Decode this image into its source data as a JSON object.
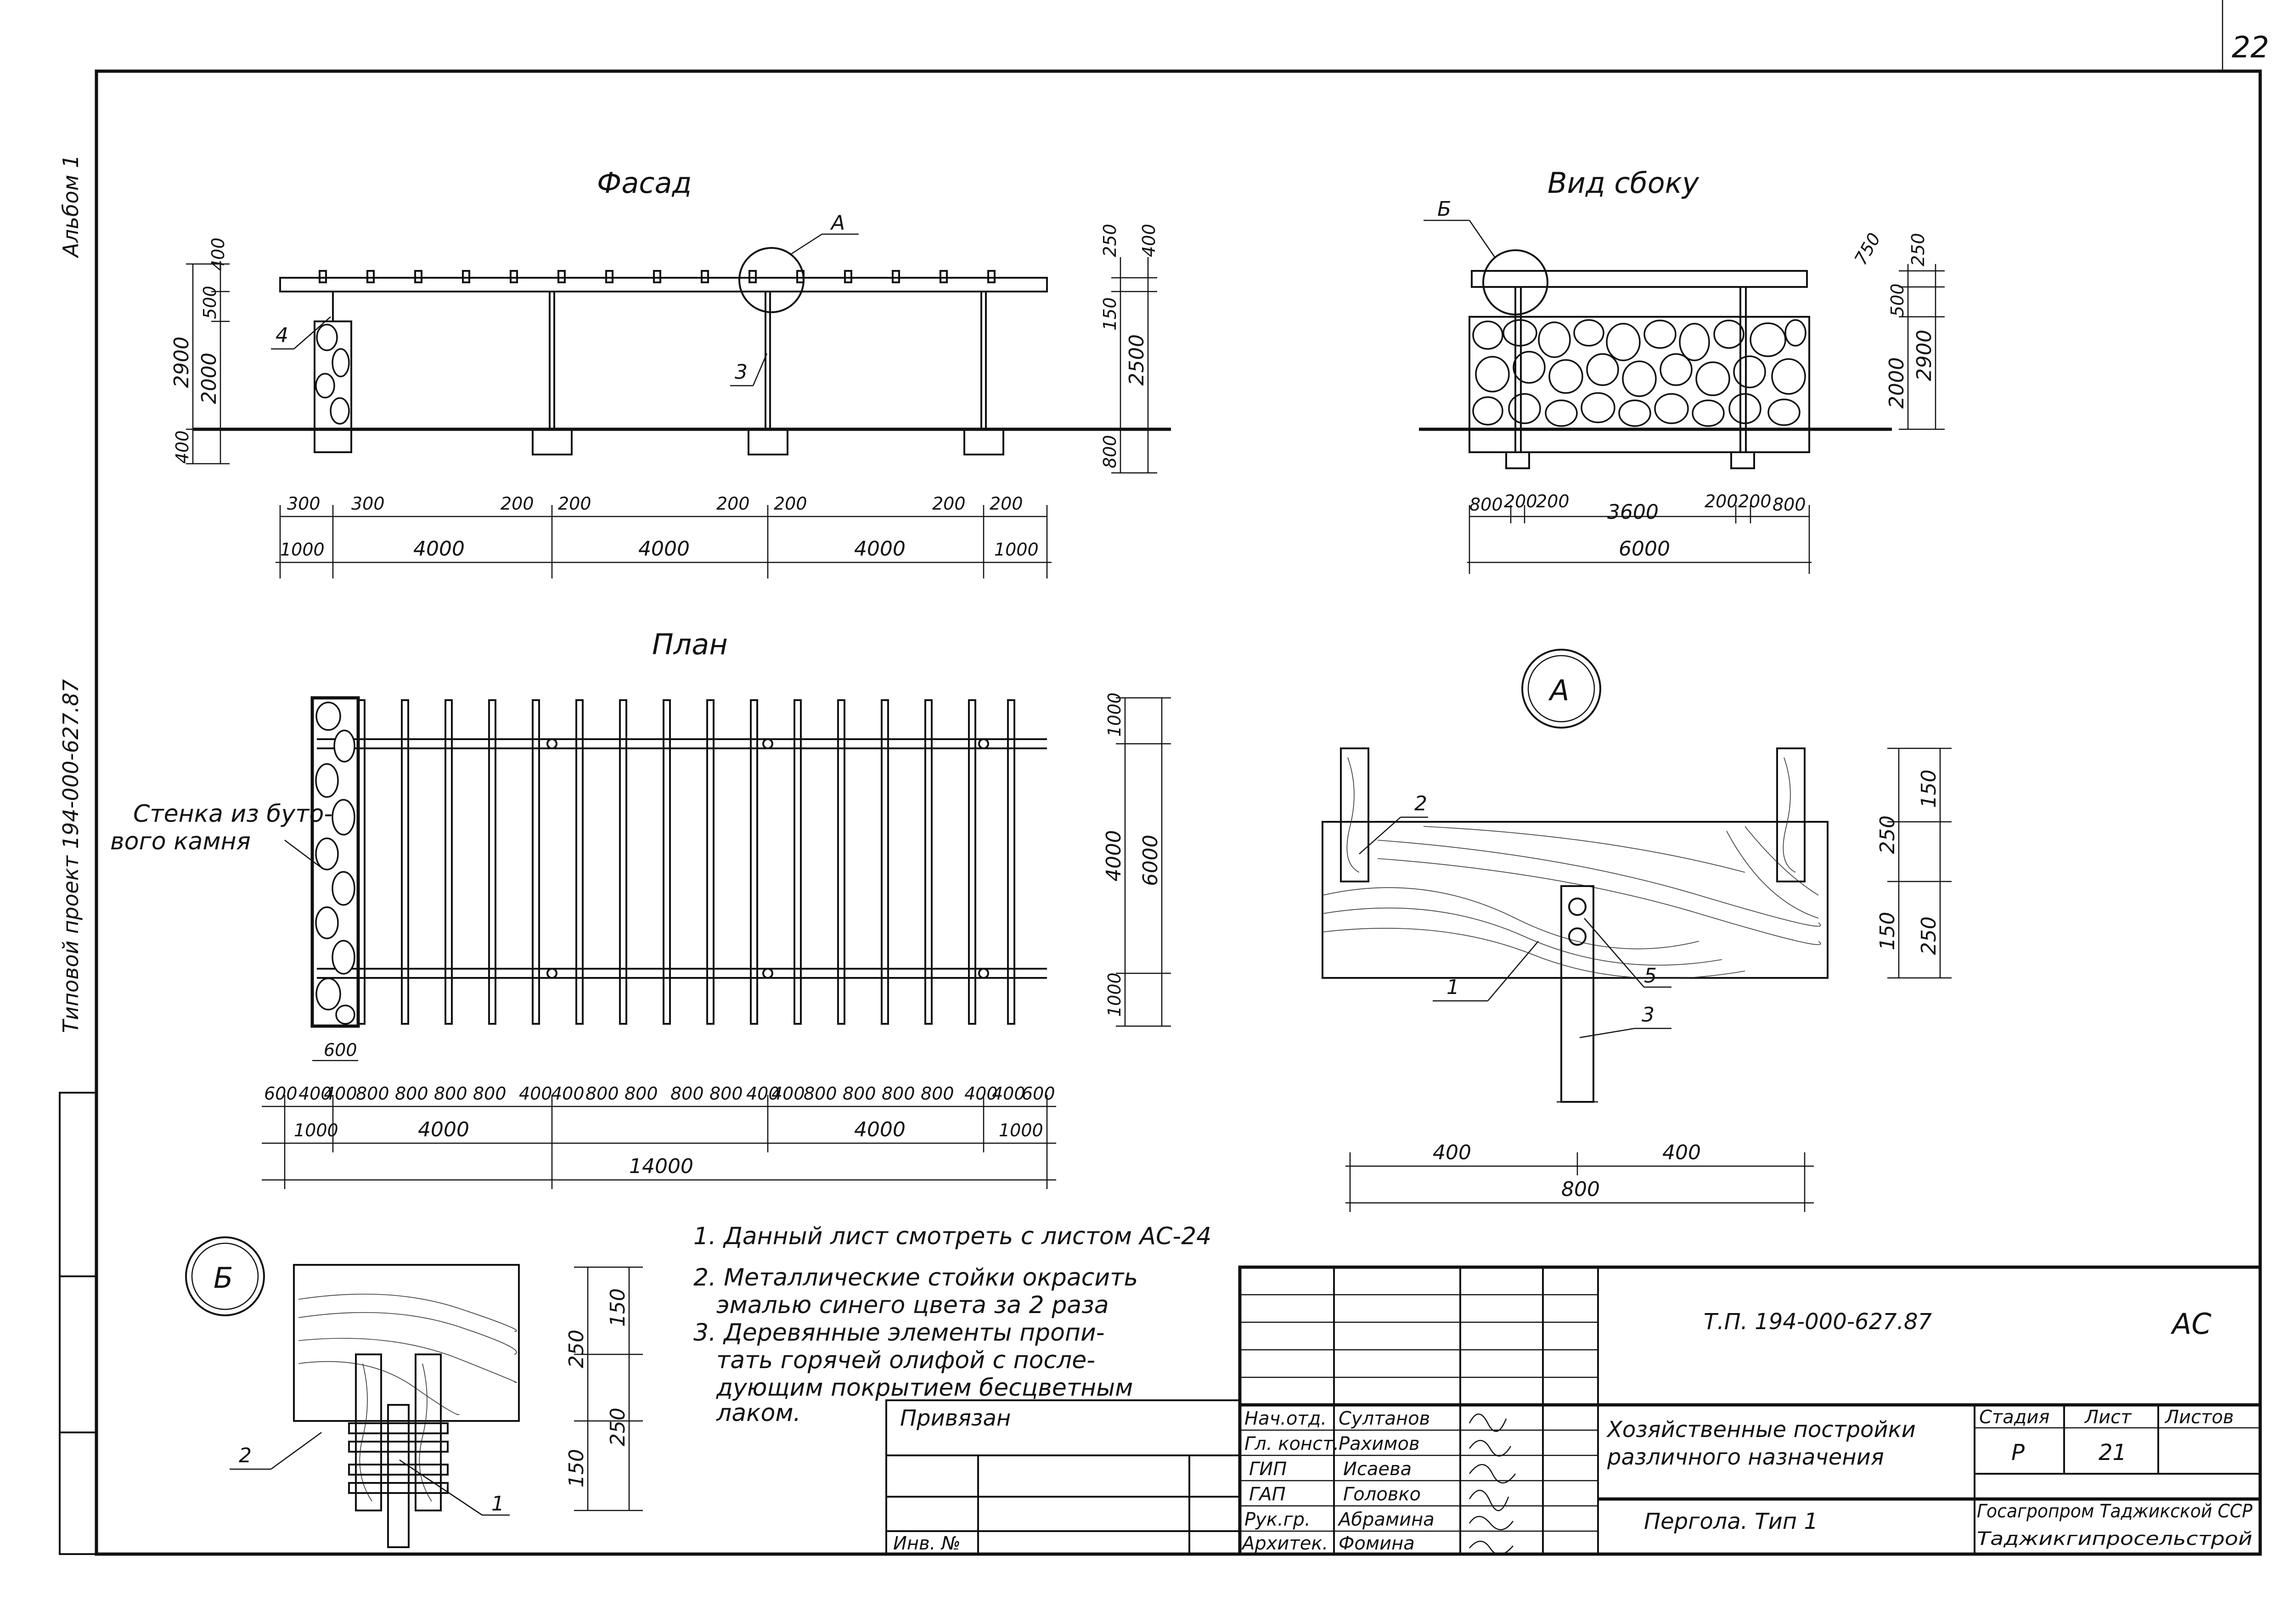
{
  "sheet": {
    "page_number": "22",
    "side_album": "Альбом 1",
    "side_project": "Типовой проект 194-000-627.87"
  },
  "views": {
    "facade_title": "Фасад",
    "side_title": "Вид сбоку",
    "plan_title": "План",
    "detail_a_mark": "А",
    "detail_b_mark": "Б",
    "callout_a": "А",
    "callout_b": "Б",
    "plan_wall_label_1": "Стенка из буто-",
    "plan_wall_label_2": "вого камня"
  },
  "facade_dims": {
    "h_2900": "2900",
    "h_2000": "2000",
    "h_500": "500",
    "h_400_top": "400",
    "h_400_bot": "400",
    "r_250": "250",
    "r_400": "400",
    "r_150": "150",
    "r_2500": "2500",
    "r_800": "800",
    "top_300a": "300",
    "top_300b": "300",
    "top_200a": "200",
    "top_200b": "200",
    "top_200c": "200",
    "top_200d": "200",
    "top_200e": "200",
    "top_200f": "200",
    "bot_1000a": "1000",
    "bot_4000a": "4000",
    "bot_4000b": "4000",
    "bot_4000c": "4000",
    "bot_1000b": "1000",
    "pos_4": "4",
    "pos_3": "3"
  },
  "side_dims": {
    "s_750": "750",
    "s_250": "250",
    "s_500": "500",
    "s_2000": "2000",
    "s_2900": "2900",
    "top_800a": "800",
    "top_200a": "200",
    "top_200b": "200",
    "top_3600": "3600",
    "top_200c": "200",
    "top_200d": "200",
    "top_800b": "800",
    "bot_6000": "6000"
  },
  "plan_dims": {
    "r_1000a": "1000",
    "r_4000": "4000",
    "r_1000b": "1000",
    "r_6000": "6000",
    "top_600": "600",
    "row": [
      "600",
      "400",
      "400",
      "800",
      "800",
      "800",
      "800",
      "400",
      "400",
      "800",
      "800",
      "800",
      "800",
      "400",
      "400",
      "800",
      "800",
      "800",
      "800",
      "400",
      "400",
      "600"
    ],
    "seg_1000a": "1000",
    "seg_4000a": "4000",
    "seg_4000b": "4000",
    "seg_1000b": "1000",
    "total": "14000"
  },
  "detail_a": {
    "v_150": "150",
    "v_250a": "250",
    "v_150b": "150",
    "v_250b": "250",
    "h_400a": "400",
    "h_400b": "400",
    "h_800": "800",
    "pos_1": "1",
    "pos_2": "2",
    "pos_3": "3",
    "pos_5": "5"
  },
  "detail_b": {
    "v_250a": "250",
    "v_150a": "150",
    "v_150b": "150",
    "v_250b": "250",
    "pos_1": "1",
    "pos_2": "2"
  },
  "notes": [
    "1. Данный лист смотреть с листом АС-24",
    "2. Металлические стойки окрасить",
    "эмалью синего цвета за 2 раза",
    "3. Деревянные элементы пропи-",
    "тать горячей олифой с после-",
    "дующим покрытием бесцветным",
    "лаком."
  ],
  "title_block": {
    "doc_code": "Т.П. 194-000-627.87",
    "mark": "АС",
    "bound": "Привязан",
    "inv": "Инв. №",
    "roles": [
      "Нач.отд.",
      "Гл. конст.",
      "ГИП",
      "ГАП",
      "Рук.гр.",
      "Архитек."
    ],
    "names": [
      "Султанов",
      "Рахимов",
      "Исаева",
      "Головко",
      "Абрамина",
      "Фомина"
    ],
    "object_line1": "Хозяйственные постройки",
    "object_line2": "различного назначения",
    "drawing_name": "Пергола. Тип 1",
    "stage_hdr": "Стадия",
    "sheet_hdr": "Лист",
    "sheets_hdr": "Листов",
    "stage": "Р",
    "sheet": "21",
    "org_line1": "Госагропром Таджикской ССР",
    "org_line2": "Таджикгипросельстрой"
  }
}
